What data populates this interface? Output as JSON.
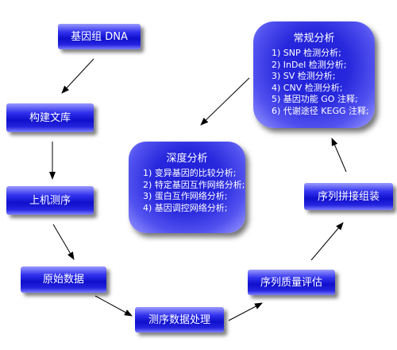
{
  "steps": {
    "genomic_dna": "基因组 DNA",
    "build_library": "构建文库",
    "sequencing": "上机测序",
    "raw_data": "原始数据",
    "data_processing": "测序数据处理",
    "quality_assessment": "序列质量评估",
    "sequence_assembly": "序列拼接组装"
  },
  "routine_analysis": {
    "title": "常规分析",
    "items": [
      "1) SNP 检测分析;",
      "2) InDel 检测分析;",
      "3) SV 检测分析;",
      "4) CNV 检测分析;",
      "5) 基因功能 GO 注释;",
      "6) 代谢途径 KEGG 注释;"
    ]
  },
  "deep_analysis": {
    "title": "深度分析",
    "items": [
      "1) 变异基因的比较分析;",
      "2) 特定基因互作网络分析;",
      "3) 蛋白互作网络分析;",
      "4) 基因调控网络分析;"
    ]
  },
  "colors": {
    "box_blue": "#1010cc",
    "arrow": "#000000"
  }
}
